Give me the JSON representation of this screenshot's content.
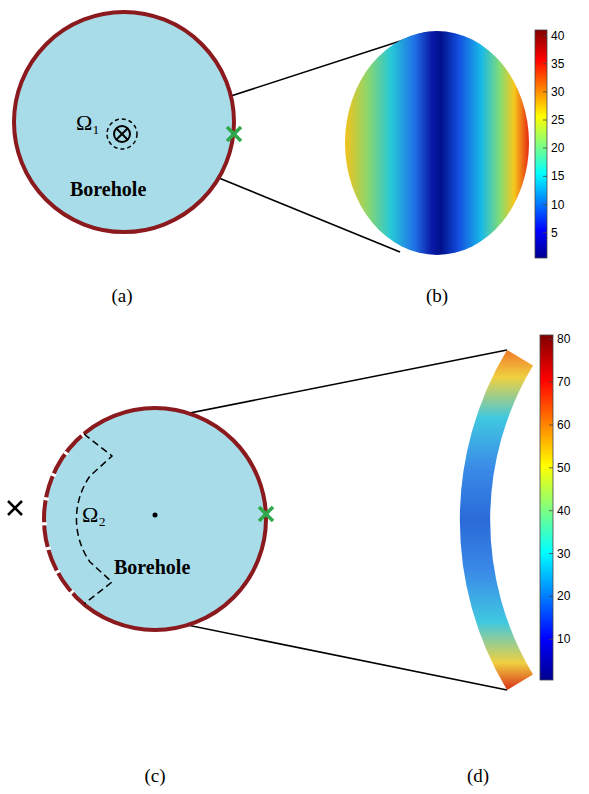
{
  "diagram": {
    "nodes": [
      {
        "text": [
          "Ω₁",
          "Borehole"
        ]
      },
      {
        "text": [
          "Ω₂",
          "Borehole"
        ]
      }
    ],
    "labels": [
      "(a)",
      "(b)",
      "(c)",
      "(d)",
      "40",
      "35",
      "30",
      "25",
      "20",
      "15",
      "10",
      "5",
      "80",
      "70",
      "60",
      "50",
      "40",
      "30",
      "20",
      "10"
    ]
  }
}
